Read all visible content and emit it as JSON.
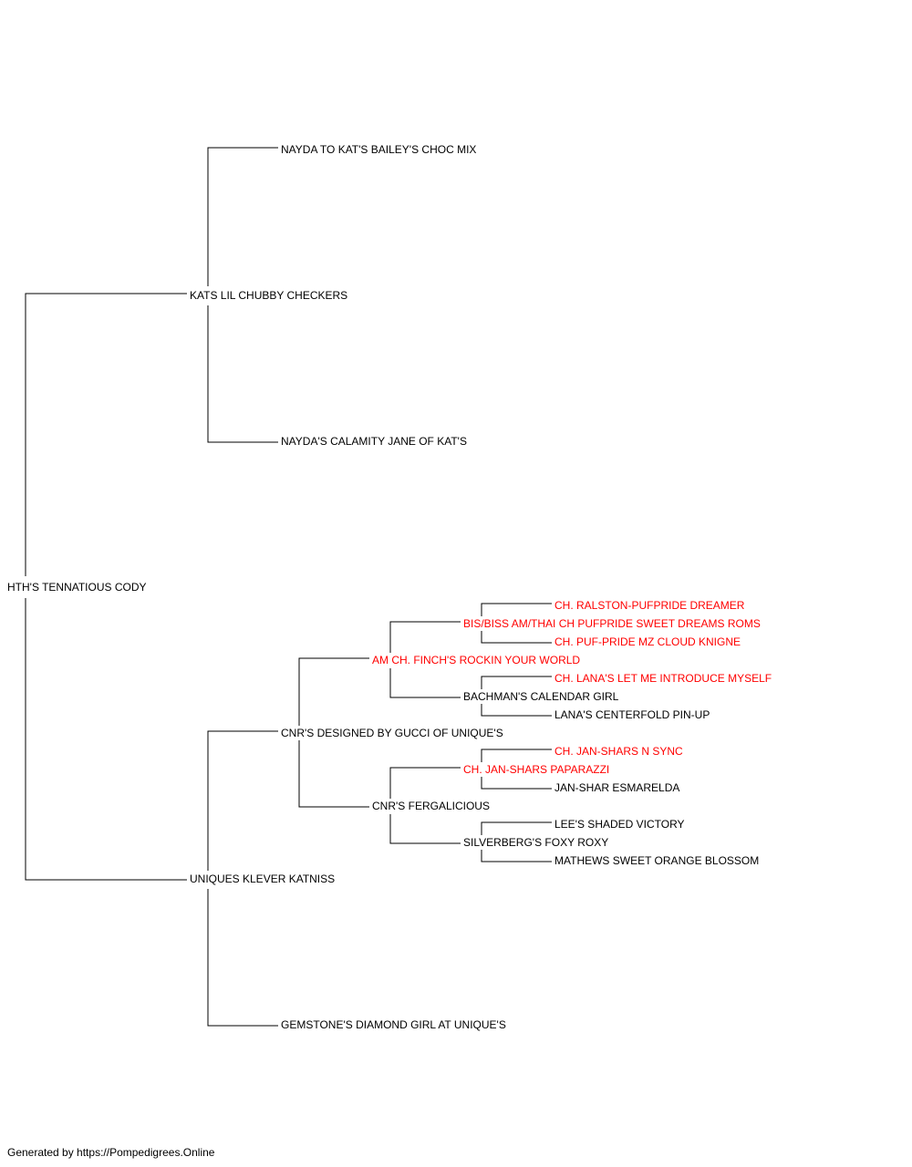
{
  "colors": {
    "default": "#000000",
    "champion": "#ff0000"
  },
  "footer": {
    "text": "Generated by https://Pompedigrees.Online"
  },
  "dogs": {
    "subject": {
      "name": "HTH'S TENNATIOUS CODY",
      "champion": false
    },
    "sire": {
      "name": "KATS LIL CHUBBY CHECKERS",
      "champion": false
    },
    "sire_sire": {
      "name": "NAYDA TO KAT'S BAILEY'S CHOC MIX",
      "champion": false
    },
    "sire_dam": {
      "name": "NAYDA'S CALAMITY JANE OF KAT'S",
      "champion": false
    },
    "dam": {
      "name": "UNIQUES KLEVER KATNISS",
      "champion": false
    },
    "dam_sire": {
      "name": "CNR'S DESIGNED BY GUCCI OF UNIQUE'S",
      "champion": false
    },
    "dam_dam": {
      "name": "GEMSTONE'S DIAMOND GIRL AT UNIQUE'S",
      "champion": false
    },
    "dss": {
      "name": "AM CH. FINCH'S ROCKIN YOUR WORLD",
      "champion": true
    },
    "dsd": {
      "name": "CNR'S FERGALICIOUS",
      "champion": false
    },
    "dsss": {
      "name": "BIS/BISS AM/THAI CH PUFPRIDE SWEET DREAMS ROMS",
      "champion": true
    },
    "dssd": {
      "name": "BACHMAN'S CALENDAR GIRL",
      "champion": false
    },
    "dsds": {
      "name": "CH. JAN-SHARS PAPARAZZI",
      "champion": true
    },
    "dsdd": {
      "name": "SILVERBERG'S FOXY ROXY",
      "champion": false
    },
    "dssss": {
      "name": "CH. RALSTON-PUFPRIDE DREAMER",
      "champion": true
    },
    "dsssd": {
      "name": "CH. PUF-PRIDE MZ CLOUD KNIGNE",
      "champion": true
    },
    "dssds": {
      "name": "CH. LANA'S LET ME INTRODUCE MYSELF",
      "champion": true
    },
    "dssdd": {
      "name": "LANA'S CENTERFOLD PIN-UP",
      "champion": false
    },
    "dsdss": {
      "name": "CH. JAN-SHARS N SYNC",
      "champion": true
    },
    "dsdsd": {
      "name": "JAN-SHAR ESMARELDA",
      "champion": false
    },
    "dsdds": {
      "name": "LEE'S SHADED VICTORY",
      "champion": false
    },
    "dsddd": {
      "name": "MATHEWS SWEET ORANGE BLOSSOM",
      "champion": false
    }
  }
}
